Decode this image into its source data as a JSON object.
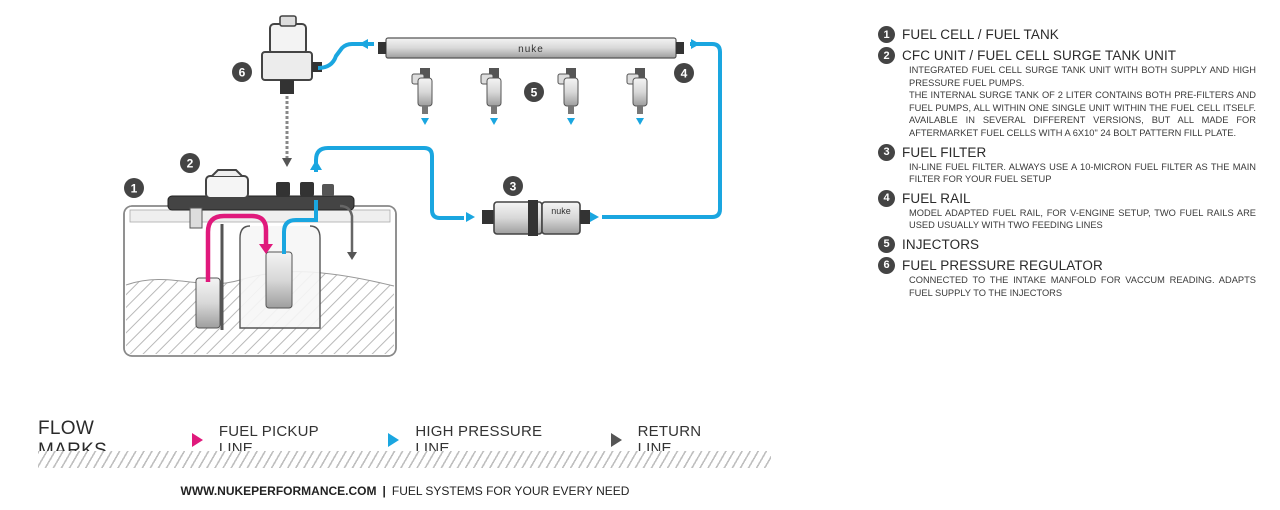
{
  "brand_label": "nuke",
  "colors": {
    "pickup_line": "#e0197c",
    "high_pressure_line": "#1aa6e0",
    "return_line": "#555555",
    "badge": "#444444"
  },
  "diagram_badges": [
    "1",
    "2",
    "3",
    "4",
    "5",
    "6"
  ],
  "legend": {
    "items": [
      {
        "num": "1",
        "title": "FUEL CELL / FUEL TANK",
        "desc": ""
      },
      {
        "num": "2",
        "title": "CFC UNIT / FUEL CELL SURGE TANK UNIT",
        "desc": "Integrated fuel cell surge tank unit with both supply and high pressure fuel pumps.\nThe internal surge tank of 2 liter contains both pre-filters and fuel pumps, all within one single unit within the fuel cell itself. Available in several different versions, but all made for aftermarket fuel cells with a 6x10\" 24 bolt pattern fill plate."
      },
      {
        "num": "3",
        "title": "FUEL FILTER",
        "desc": "In-line fuel filter. Always use a 10-micron fuel filter as the main filter for your fuel setup"
      },
      {
        "num": "4",
        "title": "FUEL RAIL",
        "desc": "Model adapted fuel rail, for V-engine setup, two fuel rails are used usually with two feeding lines"
      },
      {
        "num": "5",
        "title": "INJECTORS",
        "desc": ""
      },
      {
        "num": "6",
        "title": "FUEL PRESSURE REGULATOR",
        "desc": "Connected to the intake manfold for vaccum reading. Adapts fuel supply to the injectors"
      }
    ]
  },
  "flow_marks": {
    "title": "FLOW MARKS",
    "entries": [
      {
        "label": "FUEL PICKUP LINE",
        "color": "#e0197c"
      },
      {
        "label": "HIGH PRESSURE LINE",
        "color": "#1aa6e0"
      },
      {
        "label": "RETURN LINE",
        "color": "#555555"
      }
    ]
  },
  "footer": {
    "site": "WWW.NUKEPERFORMANCE.COM",
    "separator": "|",
    "tagline": "FUEL SYSTEMS FOR YOUR EVERY NEED"
  }
}
